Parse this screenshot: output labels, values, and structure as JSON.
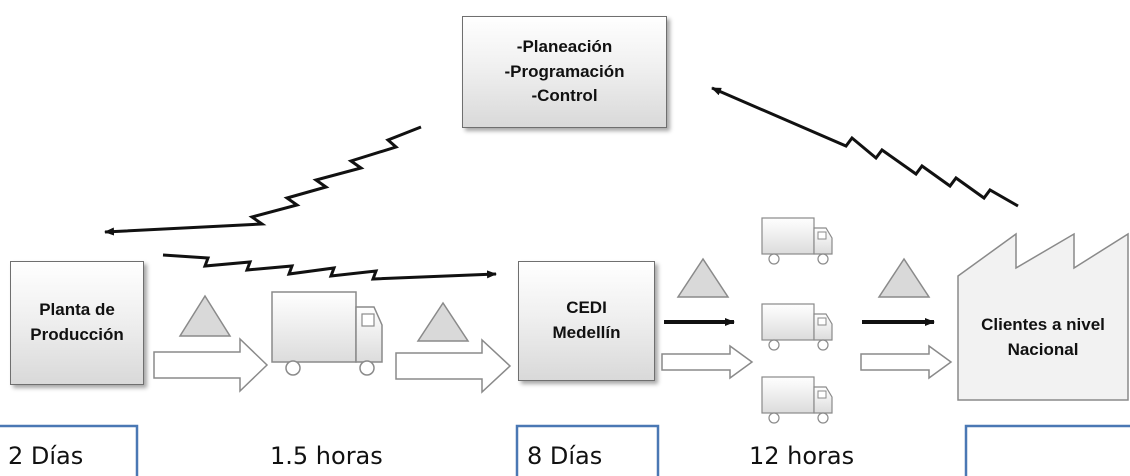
{
  "control_box": {
    "lines": [
      "-Planeación",
      "-Programación",
      "-Control"
    ]
  },
  "nodes": {
    "plant": {
      "lines": [
        "Planta de",
        "Producción"
      ]
    },
    "cedi": {
      "lines": [
        "CEDI",
        "Medellín"
      ]
    },
    "customers": {
      "lines": [
        "Clientes a nivel",
        "Nacional"
      ]
    }
  },
  "timeline": [
    "2 Días",
    "1.5 horas",
    "8 Días",
    "12 horas"
  ],
  "colors": {
    "box_border": "#6f6f6f",
    "timeline_border": "#4a78b4",
    "arrow": "#111111",
    "outline": "#8a8a8a"
  },
  "icons": [
    "lightning-arrow-icon",
    "inventory-triangle-icon",
    "truck-icon",
    "push-arrow-icon",
    "factory-icon"
  ]
}
